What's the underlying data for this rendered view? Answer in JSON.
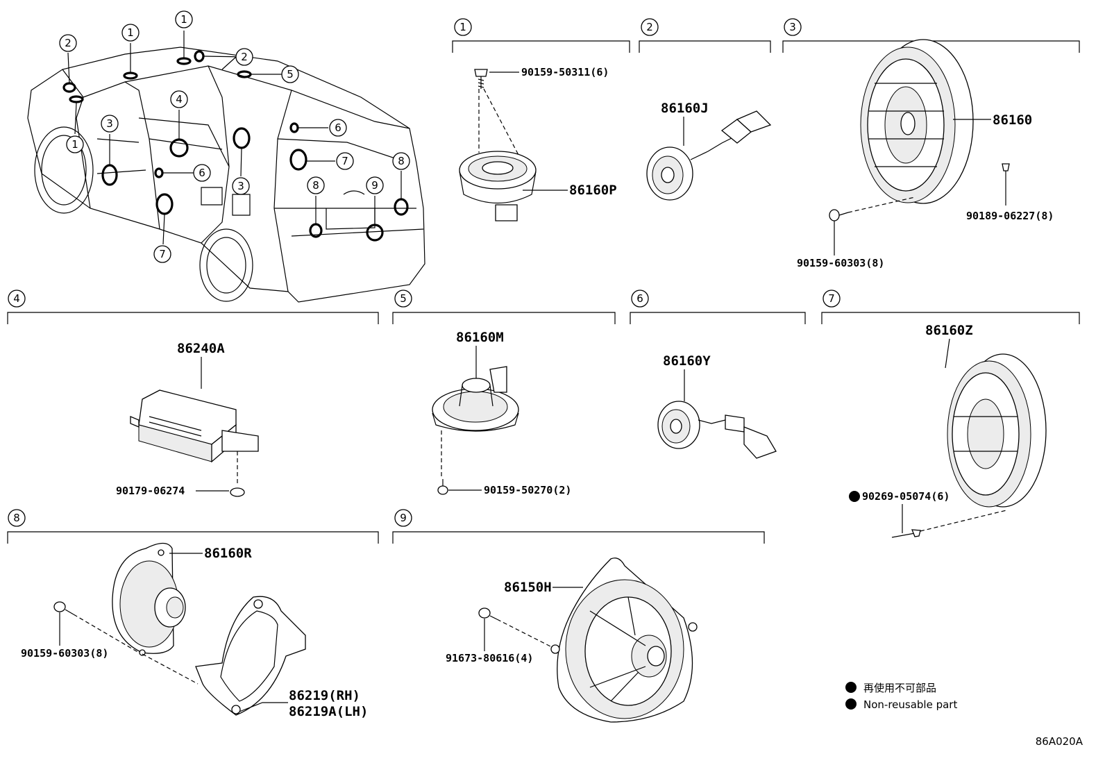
{
  "callout_markers": [
    "1",
    "2",
    "3",
    "4",
    "5",
    "6",
    "7",
    "8",
    "9"
  ],
  "sections": [
    {
      "id": "1",
      "parts": [
        "90159-50311(6)",
        "86160P"
      ]
    },
    {
      "id": "2",
      "parts": [
        "86160J"
      ]
    },
    {
      "id": "3",
      "parts": [
        "86160",
        "90189-06227(8)",
        "90159-60303(8)"
      ]
    },
    {
      "id": "4",
      "parts": [
        "86240A",
        "90179-06274"
      ]
    },
    {
      "id": "5",
      "parts": [
        "86160M",
        "90159-50270(2)"
      ]
    },
    {
      "id": "6",
      "parts": [
        "86160Y"
      ]
    },
    {
      "id": "7",
      "parts": [
        "86160Z",
        "90269-05074(6)"
      ]
    },
    {
      "id": "8",
      "parts": [
        "86160R",
        "90159-60303(8)",
        "86219(RH)",
        "86219A(LH)"
      ]
    },
    {
      "id": "9",
      "parts": [
        "86150H",
        "91673-80616(4)"
      ]
    }
  ],
  "legend": {
    "japanese": "再使用不可部品",
    "english": "Non-reusable part"
  },
  "diagram_code": "86A020A",
  "colors": {
    "ink": "#000000",
    "background": "#ffffff"
  }
}
